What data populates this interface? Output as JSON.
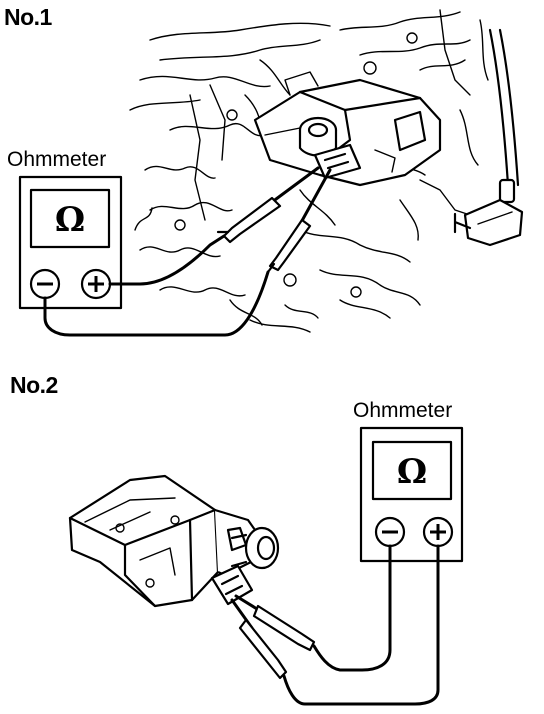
{
  "figure1": {
    "label": "No.1",
    "meter": {
      "title": "Ohmmeter",
      "unit_symbol": "Ω",
      "neg_symbol": "⊖",
      "pos_symbol": "⊕"
    }
  },
  "figure2": {
    "label": "No.2",
    "meter": {
      "title": "Ohmmeter",
      "unit_symbol": "Ω",
      "neg_symbol": "⊖",
      "pos_symbol": "⊕"
    }
  }
}
